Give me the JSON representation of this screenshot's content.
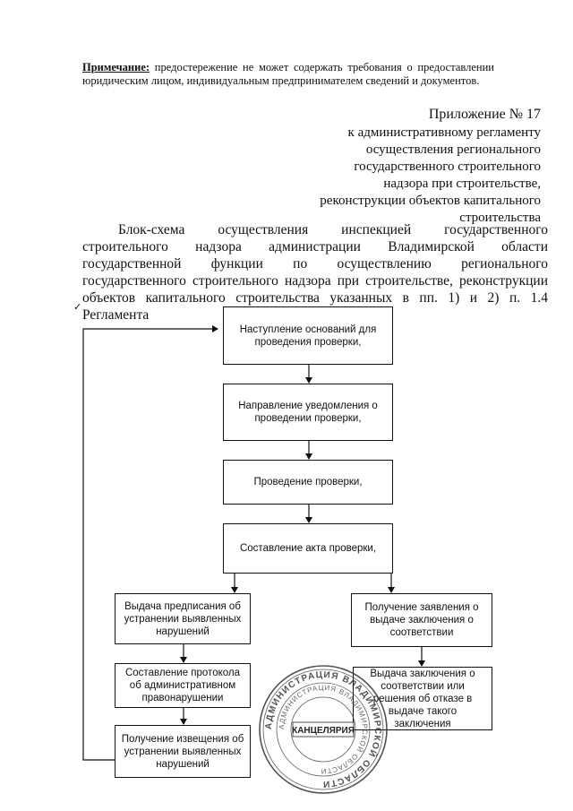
{
  "note": {
    "label": "Примечание:",
    "text": " предостережение не может содержать требования о предоставлении юридическим лицом, индивидуальным предпринимателем сведений и документов."
  },
  "appendix": {
    "number": "Приложение № 17",
    "lines": [
      "к административному регламенту",
      "осуществления регионального",
      "государственного строительного",
      "надзора при строительстве,",
      "реконструкции объектов капитального",
      "строительства"
    ]
  },
  "heading": "Блок-схема осуществления инспекцией государственного строительного надзора администрации Владимирской области государственной функции по осуществлению регионального государственного строительного надзора при строительстве, реконструкции объектов капитального строительства указанных в пп. 1) и 2)  п. 1.4 Регламента",
  "flow": {
    "step1": "Наступление оснований для проведения проверки,",
    "step2": "Направление уведомления о проведении проверки,",
    "step3": "Проведение проверки,",
    "step4": "Составление акта проверки,",
    "left1": "Выдача предписания об устранении выявленных нарушений",
    "left2": "Составление протокола об административном правонарушении",
    "left3": "Получение извещения об устранении выявленных нарушений",
    "right1": "Получение заявления  о выдаче заключения о соответствии",
    "right2": "Выдача заключения о соответствии или решения об отказе в выдаче такого заключения"
  },
  "stamp": {
    "center": "КАНЦЕЛЯРИЯ",
    "ring": "АДМИНИСТРАЦИЯ ВЛАДИМИРСКОЙ ОБЛАСТИ"
  }
}
